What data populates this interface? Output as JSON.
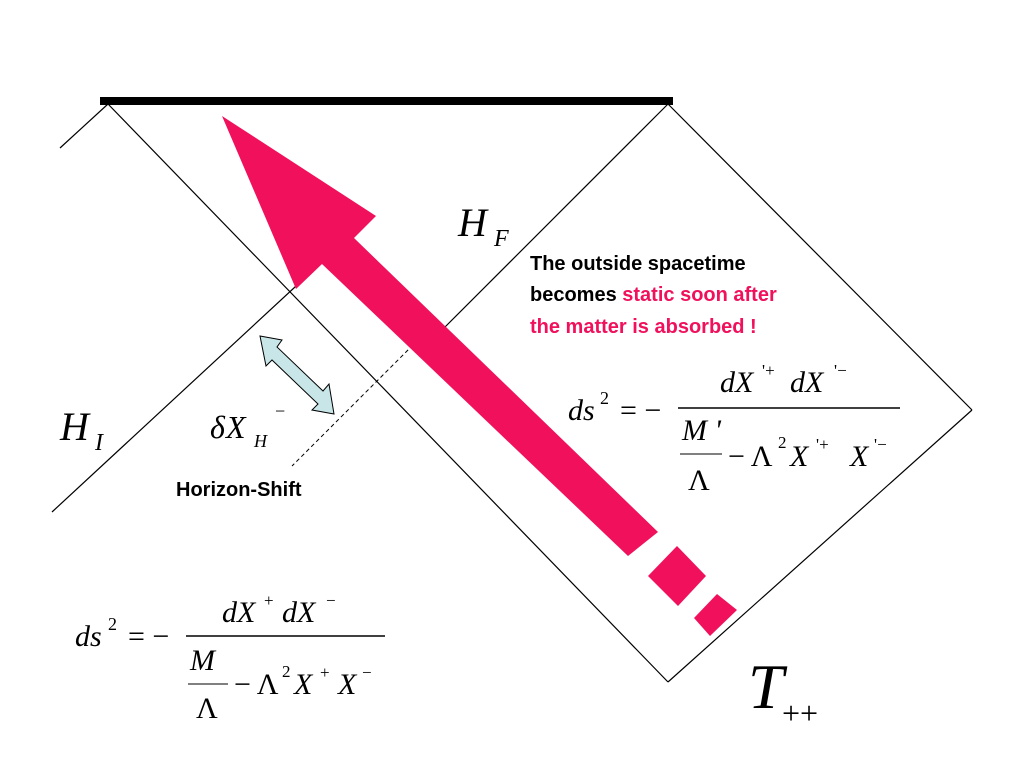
{
  "labels": {
    "h_f": {
      "main": "H",
      "sub": "F"
    },
    "h_i": {
      "main": "H",
      "sub": "I"
    },
    "t_pp": {
      "main": "T",
      "sub": "++"
    },
    "delta_x": {
      "delta": "δ",
      "main": "X",
      "sub": "H",
      "sup": "−"
    },
    "horizon_shift": "Horizon-Shift"
  },
  "annotation": {
    "line1": "The outside spacetime",
    "line2_plain": "becomes ",
    "line2_highlight": "static soon after",
    "line3": "the matter is absorbed !"
  },
  "metric_after": {
    "lhs": "ds",
    "lhs_sup": "2",
    "eq": "= −",
    "num_d1": "dX",
    "num_s1": "'+",
    "num_d2": "dX",
    "num_s2": "'−",
    "den_frac_num": "M '",
    "den_frac_den": "Λ",
    "den_rest_a": "− Λ",
    "den_rest_sup": "2",
    "den_rest_b": "X",
    "den_rest_s1": "'+",
    "den_rest_c": "X",
    "den_rest_s2": "'−"
  },
  "metric_before": {
    "lhs": "ds",
    "lhs_sup": "2",
    "eq": "= −",
    "num_d1": "dX",
    "num_s1": "+",
    "num_d2": "dX",
    "num_s2": "−",
    "den_frac_num": "M",
    "den_frac_den": "Λ",
    "den_rest_a": "− Λ",
    "den_rest_sup": "2",
    "den_rest_b": "X",
    "den_rest_s1": "+",
    "den_rest_c": "X",
    "den_rest_s2": "−"
  },
  "colors": {
    "arrow": "#f0105c",
    "highlight_text": "#f0105c",
    "shift_arrow_fill": "#c8e6e8",
    "line": "#000000"
  }
}
